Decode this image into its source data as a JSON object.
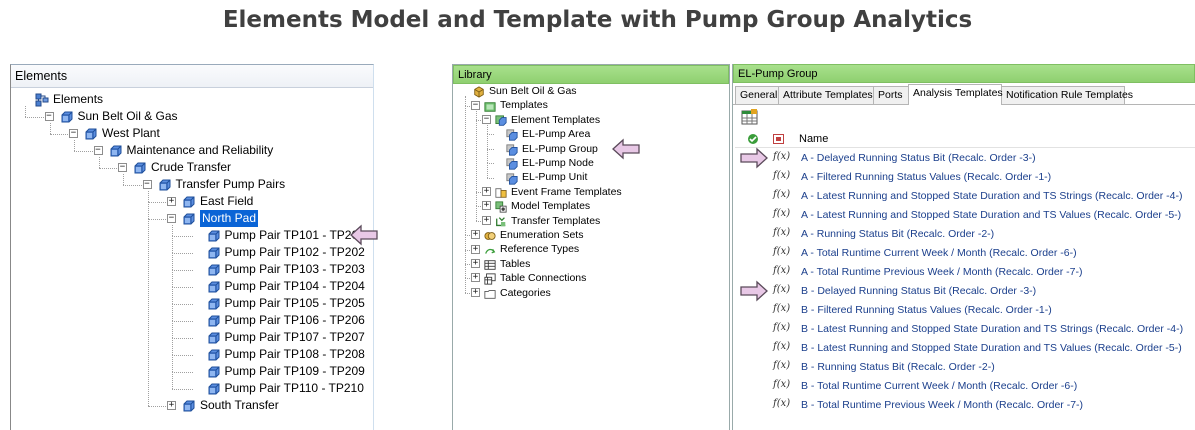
{
  "title": "Elements Model and Template with Pump Group Analytics",
  "elements_panel": {
    "header": "Elements",
    "tree": [
      {
        "label": "Elements",
        "level": 0,
        "icon": "elements-root"
      },
      {
        "label": "Sun Belt Oil & Gas",
        "level": 1,
        "icon": "element",
        "expander": "-"
      },
      {
        "label": "West Plant",
        "level": 2,
        "icon": "element",
        "expander": "-"
      },
      {
        "label": "Maintenance and Reliability",
        "level": 3,
        "icon": "element",
        "expander": "-"
      },
      {
        "label": "Crude Transfer",
        "level": 4,
        "icon": "element",
        "expander": "-"
      },
      {
        "label": "Transfer Pump Pairs",
        "level": 5,
        "icon": "element",
        "expander": "-"
      },
      {
        "label": "East Field",
        "level": 6,
        "icon": "element",
        "expander": "+"
      },
      {
        "label": "North Pad",
        "level": 6,
        "icon": "element",
        "expander": "-",
        "selected": true
      },
      {
        "label": "Pump Pair TP101 - TP201",
        "level": 7,
        "icon": "element"
      },
      {
        "label": "Pump Pair TP102 - TP202",
        "level": 7,
        "icon": "element"
      },
      {
        "label": "Pump Pair TP103 - TP203",
        "level": 7,
        "icon": "element"
      },
      {
        "label": "Pump Pair TP104 - TP204",
        "level": 7,
        "icon": "element"
      },
      {
        "label": "Pump Pair TP105 - TP205",
        "level": 7,
        "icon": "element"
      },
      {
        "label": "Pump Pair TP106 - TP206",
        "level": 7,
        "icon": "element"
      },
      {
        "label": "Pump Pair TP107 - TP207",
        "level": 7,
        "icon": "element"
      },
      {
        "label": "Pump Pair TP108 - TP208",
        "level": 7,
        "icon": "element"
      },
      {
        "label": "Pump Pair TP109 - TP209",
        "level": 7,
        "icon": "element"
      },
      {
        "label": "Pump Pair TP110 - TP210",
        "level": 7,
        "icon": "element"
      },
      {
        "label": "South Transfer",
        "level": 6,
        "icon": "element",
        "expander": "+"
      }
    ]
  },
  "library_panel": {
    "header": "Library",
    "tree": [
      {
        "label": "Sun Belt Oil & Gas",
        "level": 0,
        "icon": "database"
      },
      {
        "label": "Templates",
        "level": 1,
        "icon": "templates",
        "expander": "-"
      },
      {
        "label": "Element Templates",
        "level": 2,
        "icon": "element-templates",
        "expander": "-"
      },
      {
        "label": "EL-Pump Area",
        "level": 3,
        "icon": "element-template"
      },
      {
        "label": "EL-Pump Group",
        "level": 3,
        "icon": "element-template"
      },
      {
        "label": "EL-Pump Node",
        "level": 3,
        "icon": "element-template"
      },
      {
        "label": "EL-Pump Unit",
        "level": 3,
        "icon": "element-template"
      },
      {
        "label": "Event Frame Templates",
        "level": 2,
        "icon": "event-frame-templates",
        "expander": "+"
      },
      {
        "label": "Model Templates",
        "level": 2,
        "icon": "model-templates",
        "expander": "+"
      },
      {
        "label": "Transfer Templates",
        "level": 2,
        "icon": "transfer-templates",
        "expander": "+"
      },
      {
        "label": "Enumeration Sets",
        "level": 1,
        "icon": "enumeration-sets",
        "expander": "+"
      },
      {
        "label": "Reference Types",
        "level": 1,
        "icon": "reference-types",
        "expander": "+"
      },
      {
        "label": "Tables",
        "level": 1,
        "icon": "tables",
        "expander": "+"
      },
      {
        "label": "Table Connections",
        "level": 1,
        "icon": "table-connections",
        "expander": "+"
      },
      {
        "label": "Categories",
        "level": 1,
        "icon": "categories",
        "expander": "+"
      }
    ]
  },
  "pump_panel": {
    "header": "EL-Pump Group",
    "tabs": [
      "General",
      "Attribute Templates",
      "Ports",
      "Analysis Templates",
      "Notification Rule Templates"
    ],
    "active_tab": "Analysis Templates",
    "column_name": "Name",
    "fx_symbol": "f(x)",
    "rows": [
      "A - Delayed Running Status Bit  (Recalc. Order -3-)",
      "A - Filtered Running Status Values (Recalc. Order -1-)",
      "A - Latest Running and Stopped State Duration and TS Strings (Recalc. Order -4-)",
      "A - Latest Running and Stopped State Duration and TS Values (Recalc. Order -5-)",
      "A - Running Status Bit  (Recalc. Order -2-)",
      "A - Total Runtime Current Week / Month (Recalc. Order -6-)",
      "A - Total Runtime Previous Week / Month (Recalc. Order -7-)",
      "B - Delayed Running Status Bit (Recalc. Order -3-)",
      "B - Filtered Running Status Values (Recalc. Order -1-)",
      "B - Latest Running and Stopped State Duration and TS Strings (Recalc. Order -4-)",
      "B - Latest Running and Stopped State Duration and TS Values (Recalc. Order -5-)",
      "B - Running Status Bit (Recalc. Order -2-)",
      "B - Total Runtime Current Week / Month (Recalc. Order -6-)",
      "B - Total Runtime Previous Week / Month (Recalc. Order -7-)"
    ]
  },
  "colors": {
    "arrow_fill": "#e8c8e6",
    "arrow_stroke": "#5a4a5a",
    "selection": "#0a64d6",
    "link_text": "#1b3f8c",
    "header_green": "#9ed882"
  }
}
